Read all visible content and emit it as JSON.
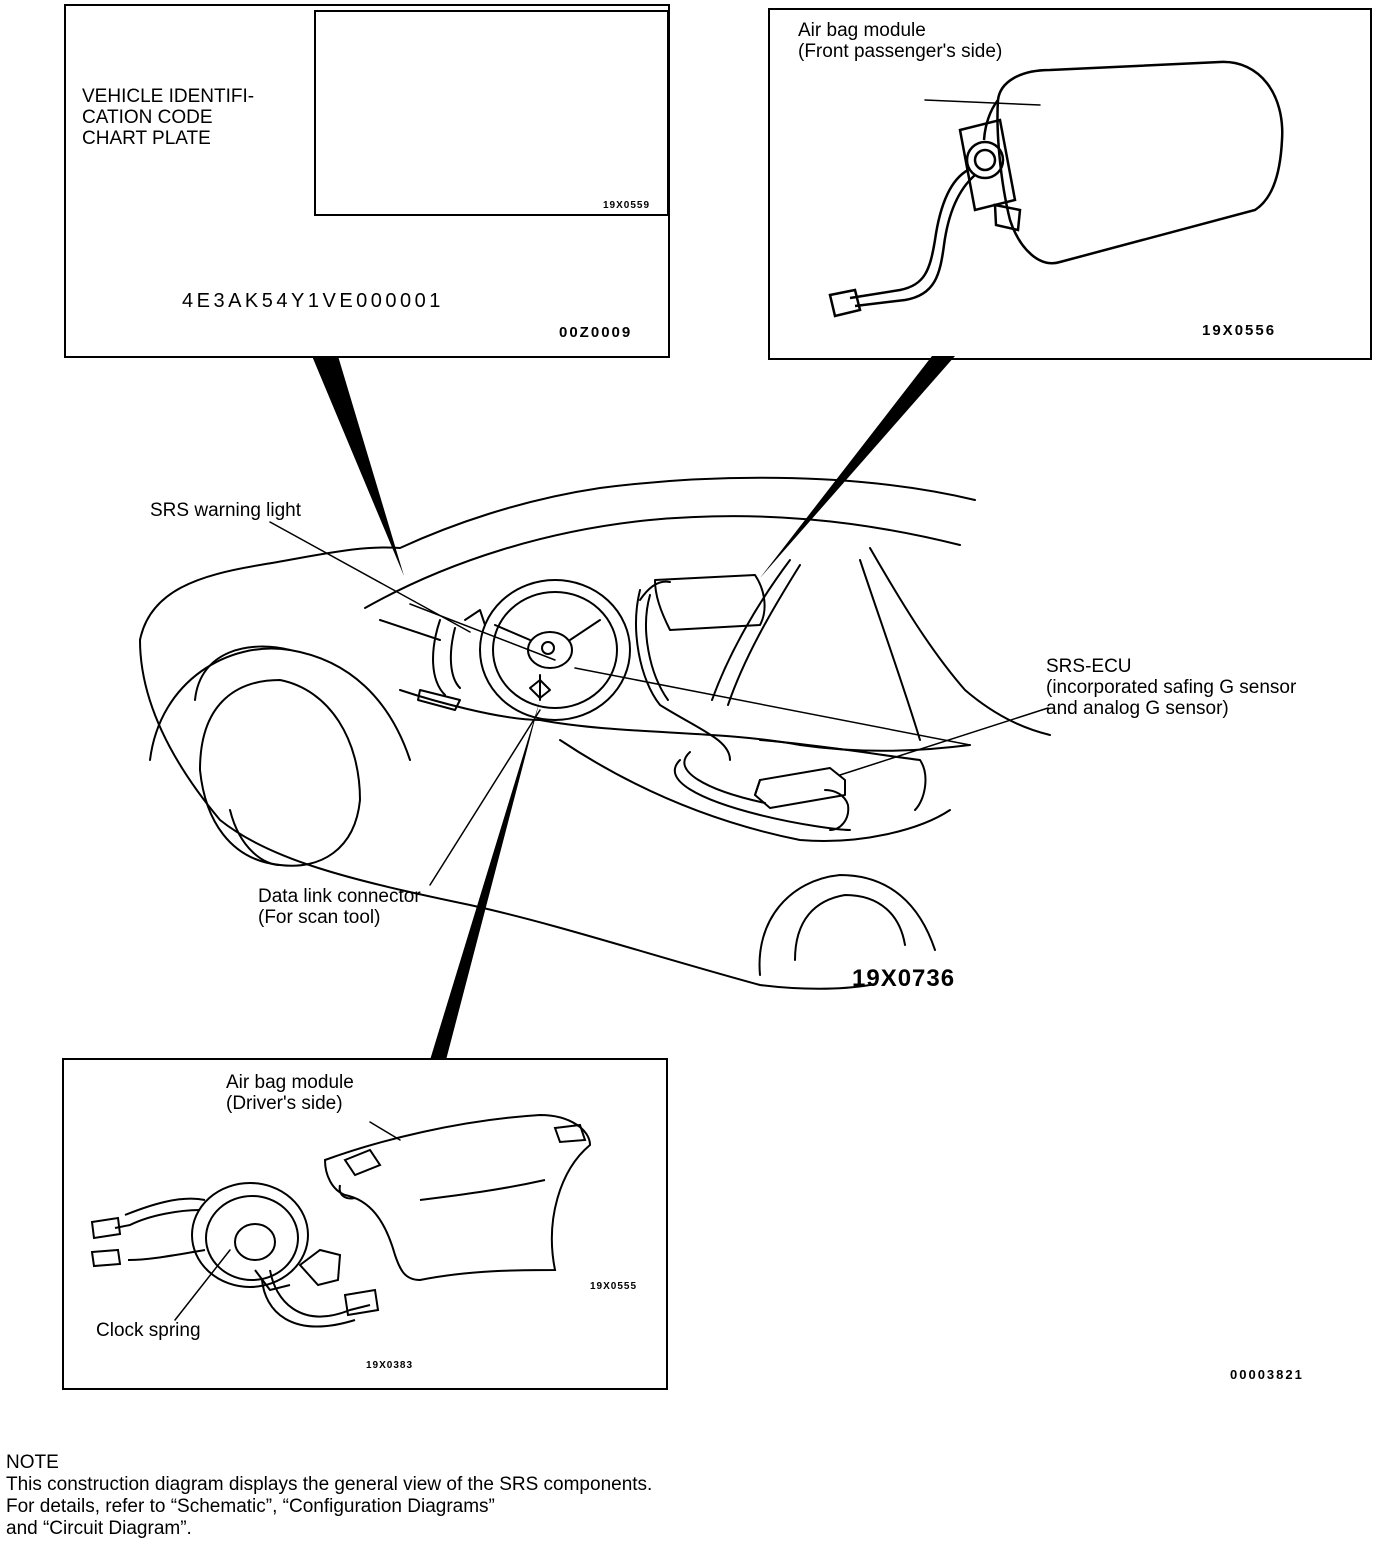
{
  "vin_panel": {
    "label_lines": [
      "VEHICLE IDENTIFI-",
      "CATION CODE",
      "CHART PLATE"
    ],
    "photo_code": "19X0559",
    "plate_title": "AIR BAG",
    "plate_vin": "4E3AK54Y1VE000001",
    "panel_code": "00Z0009"
  },
  "passenger_panel": {
    "label_lines": [
      "Air bag module",
      "(Front passenger's side)"
    ],
    "code": "19X0556"
  },
  "main": {
    "srs_warning_light": "SRS warning light",
    "srs_ecu_lines": [
      "SRS-ECU",
      "(incorporated safing G sensor",
      "and analog G sensor)"
    ],
    "dlc_lines": [
      "Data link connector",
      "(For scan tool)"
    ],
    "code": "19X0736"
  },
  "driver_panel": {
    "label_lines": [
      "Air bag module",
      "(Driver's side)"
    ],
    "clock_spring": "Clock spring",
    "code_module": "19X0555",
    "code_panel": "19X0383"
  },
  "figure_code": "00003821",
  "note": {
    "heading": "NOTE",
    "lines": [
      "This construction diagram displays the general view of the SRS components.",
      "For details, refer to “Schematic”, “Configuration Diagrams”",
      "and  “Circuit Diagram”."
    ]
  }
}
